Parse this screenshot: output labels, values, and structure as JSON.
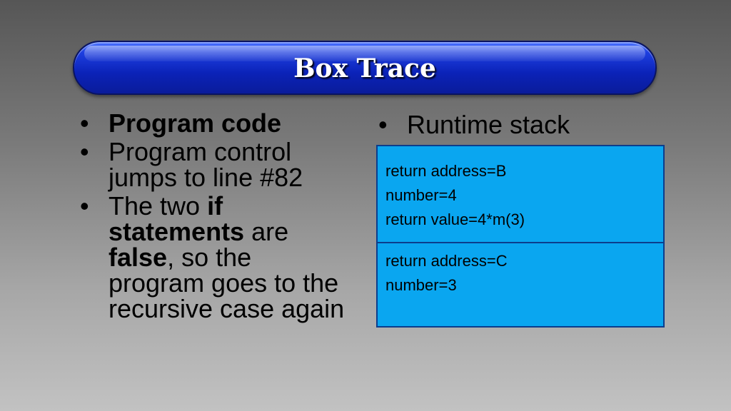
{
  "slide": {
    "title": "Box Trace",
    "left_bullets": [
      {
        "marker": "•",
        "parts": [
          {
            "text": "Program code",
            "bold": true
          }
        ]
      },
      {
        "marker": "•",
        "parts": [
          {
            "text": "Program control jumps to line #82",
            "bold": false
          }
        ]
      },
      {
        "marker": "•",
        "parts": [
          {
            "text": "The two ",
            "bold": false
          },
          {
            "text": "if statements",
            "bold": true
          },
          {
            "text": " are ",
            "bold": false
          },
          {
            "text": "false",
            "bold": true
          },
          {
            "text": ", so the program goes to the recursive case again",
            "bold": false
          }
        ]
      }
    ],
    "right_bullet": {
      "marker": "•",
      "text": "Runtime stack"
    },
    "stack_frames": [
      {
        "lines": [
          "return address=B",
          "number=4",
          "return value=4*m(3)"
        ]
      },
      {
        "lines": [
          "return address=C",
          "number=3"
        ]
      }
    ]
  },
  "colors": {
    "title_bar": "#0b22b8",
    "stack_fill": "#0aa6f0",
    "stack_border": "#0c3d8c"
  }
}
